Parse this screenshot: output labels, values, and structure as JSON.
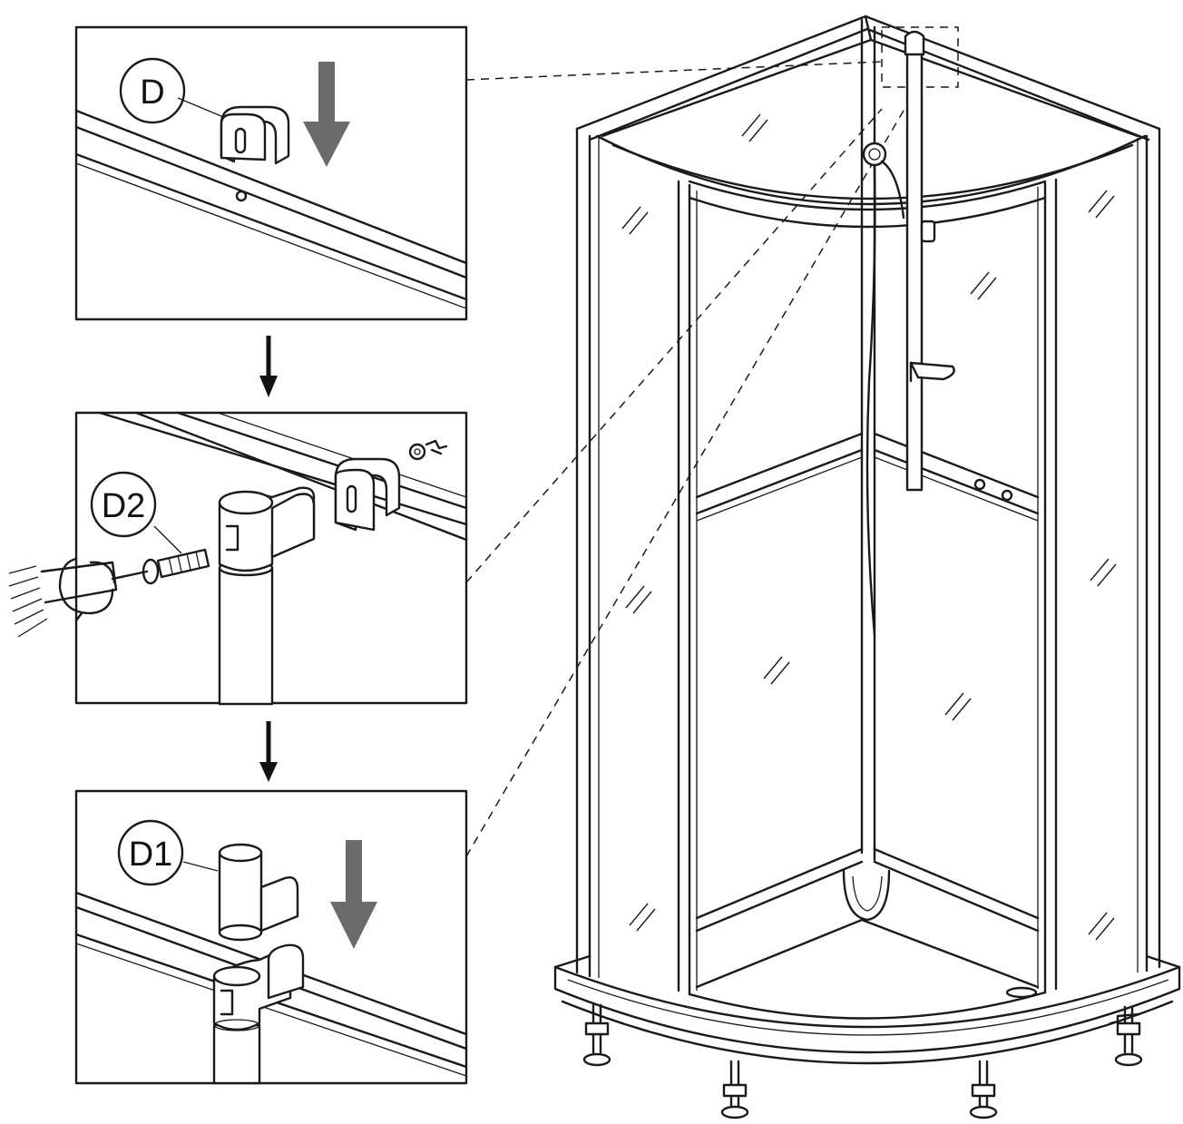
{
  "labels": {
    "panel1_part": "D",
    "panel2_part": "D2",
    "panel3_part": "D1"
  },
  "colors": {
    "line": "#1a1a1a",
    "arrow_gray": "#6b6b6b",
    "background": "#ffffff"
  }
}
